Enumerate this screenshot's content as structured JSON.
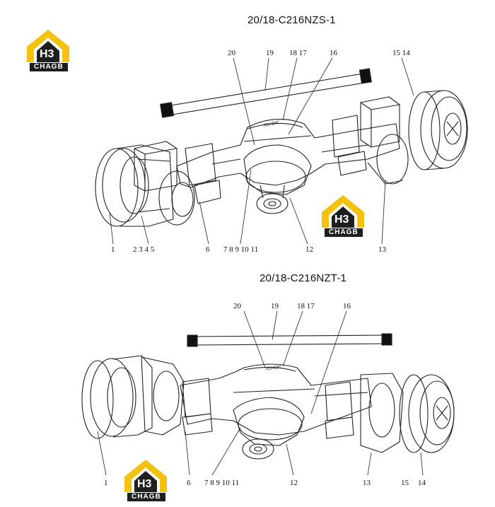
{
  "diagram": {
    "top": {
      "title": "20/18-C216NZS-1",
      "callouts_top": [
        "20",
        "19",
        "18 17",
        "16",
        "15 14"
      ],
      "callouts_bottom": [
        "1",
        "2 3 4 5",
        "6",
        "7 8 9 10 11",
        "12",
        "13"
      ]
    },
    "bottom": {
      "title": "20/18-C216NZT-1",
      "callouts_top": [
        "20",
        "19",
        "18 17",
        "16"
      ],
      "callouts_bottom": [
        "1",
        "6",
        "7 8 9 10 11",
        "12",
        "13",
        "15",
        "14"
      ]
    }
  },
  "logo": {
    "mark": "H3",
    "brand": "CHAGB",
    "colors": {
      "yellow": "#f4c20d",
      "dark": "#1e1e1e"
    }
  },
  "housing_text": "ЛОНЕКГ"
}
